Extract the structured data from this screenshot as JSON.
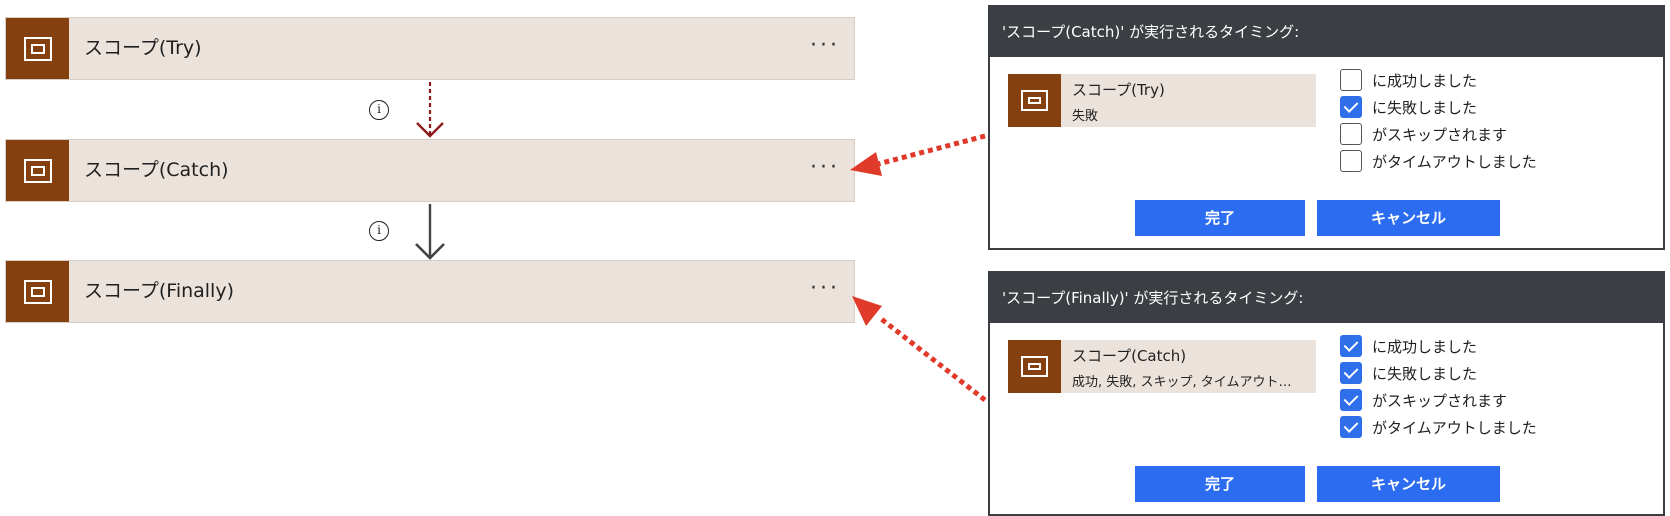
{
  "flow": {
    "try_title": "スコープ(Try)",
    "catch_title": "スコープ(Catch)",
    "finally_title": "スコープ(Finally)",
    "more_label": "···",
    "info_glyph": "i"
  },
  "panel_catch": {
    "header": "'スコープ(Catch)' が実行されるタイミング:",
    "dependency_title": "スコープ(Try)",
    "dependency_status": "失敗",
    "options": [
      {
        "label": "に成功しました",
        "checked": false
      },
      {
        "label": "に失敗しました",
        "checked": true
      },
      {
        "label": "がスキップされます",
        "checked": false
      },
      {
        "label": "がタイムアウトしました",
        "checked": false
      }
    ],
    "done_label": "完了",
    "cancel_label": "キャンセル"
  },
  "panel_finally": {
    "header": "'スコープ(Finally)' が実行されるタイミング:",
    "dependency_title": "スコープ(Catch)",
    "dependency_status": "成功, 失敗, スキップ, タイムアウト…",
    "options": [
      {
        "label": "に成功しました",
        "checked": true
      },
      {
        "label": "に失敗しました",
        "checked": true
      },
      {
        "label": "がスキップされます",
        "checked": true
      },
      {
        "label": "がタイムアウトしました",
        "checked": true
      }
    ],
    "done_label": "完了",
    "cancel_label": "キャンセル"
  },
  "colors": {
    "scope_icon_bg": "#84410f",
    "card_bg": "#ebe2dc",
    "panel_header_bg": "#3b3e43",
    "button_blue": "#2b6cf0",
    "checkbox_blue": "#2f6fea",
    "annotation_red": "#e03a2a",
    "run_after_failed_arrow": "#8b1a1a",
    "sequence_arrow": "#444444"
  }
}
